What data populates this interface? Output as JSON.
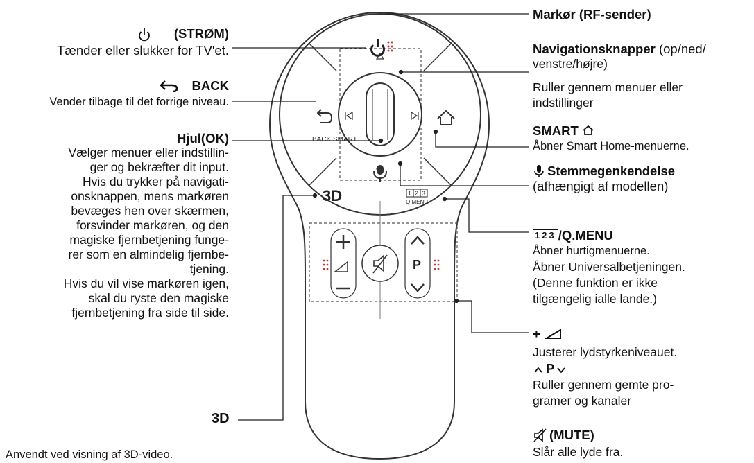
{
  "left": {
    "power": {
      "title": "(STRØM)",
      "desc": "Tænder eller slukker for TV'et."
    },
    "back": {
      "title": "BACK",
      "desc": "Vender tilbage til det forrige niveau."
    },
    "wheel": {
      "title": "Hjul(OK)",
      "lines": [
        "Vælger menuer eller indstillin-",
        "ger og bekræfter dit input.",
        "Hvis du trykker på navigati-",
        "onsknappen, mens markøren",
        "bevæges hen over skærmen,",
        "forsvinder markøren, og den",
        "magiske fjernbetjening funge-",
        "rer som en almindelig fjernbe-",
        "tjening.",
        "Hvis du vil vise markøren igen,",
        "skal du ryste den magiske",
        "fjernbetjening fra side til side."
      ]
    },
    "threed": {
      "title": "3D",
      "desc": "Anvendt ved visning af 3D-video."
    }
  },
  "right": {
    "pointer": {
      "title": "Markør (RF-sender)"
    },
    "nav": {
      "title": "Navigationsknapper",
      "title_suffix": " (op/ned/",
      "line2": "venstre/højre)",
      "line3": "Ruller gennem menuer eller",
      "line4": "indstillinger"
    },
    "smart": {
      "title": "SMART",
      "desc": "Åbner Smart Home-menuerne."
    },
    "voice": {
      "title": "Stemmegenkendelse",
      "desc": "(afhængigt af modellen)"
    },
    "qmenu": {
      "title_nums": "123",
      "title": "/Q.MENU",
      "lines": [
        "Åbner hurtigmenuerne.",
        "Åbner Universalbetjeningen.",
        "(Denne funktion er ikke",
        "tilgængelig ialle lande.)"
      ]
    },
    "volume": {
      "title": "+",
      "desc": "Justerer lydstyrkeniveauet."
    },
    "program": {
      "title": "P",
      "lines": [
        "Ruller gennem gemte pro-",
        "gramer og kanaler"
      ]
    },
    "mute": {
      "title": "(MUTE)",
      "desc": "Slår alle lyde fra."
    }
  },
  "remote": {
    "back_label": "BACK",
    "smart_label": "SMART",
    "threed_label": "3D",
    "qmenu_nums": "123",
    "qmenu_label": "Q.MENU",
    "p_label": "P"
  }
}
